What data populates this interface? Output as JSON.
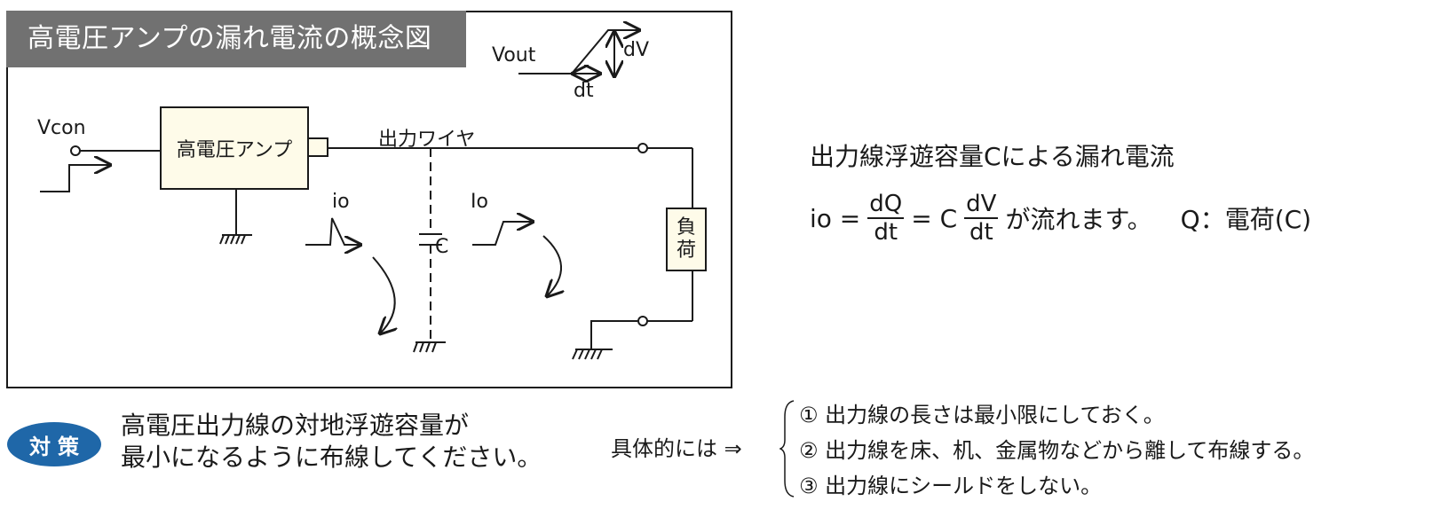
{
  "diagram": {
    "title": "高電圧アンプの漏れ電流の概念図",
    "vout_label": "Vout",
    "dv_label": "dV",
    "dt_label": "dt",
    "vcon_label": "Vcon",
    "amp_label": "高電圧アンプ",
    "output_wire_label": "出力ワイヤ",
    "io_label": "io",
    "Io_label": "Io",
    "capacitor_label": "C",
    "load_label_line1": "負",
    "load_label_line2": "荷"
  },
  "explanation": {
    "heading": "出力線浮遊容量Cによる漏れ電流",
    "formula_lhs": "io =",
    "frac1_num": "dQ",
    "frac1_den": "dt",
    "eq2": "= C",
    "frac2_num": "dV",
    "frac2_den": "dt",
    "formula_tail": "が流れます。",
    "q_note": "Q：電荷(C)"
  },
  "countermeasure": {
    "badge": "対策",
    "line1": "高電圧出力線の対地浮遊容量が",
    "line2": "最小になるように布線してください。",
    "specifically": "具体的には ⇒",
    "steps": [
      "① 出力線の長さは最小限にしておく。",
      "② 出力線を床、机、金属物などから離して布線する。",
      "③ 出力線にシールドをしない。"
    ]
  },
  "colors": {
    "title_bar": "#717171",
    "box_fill": "#fefbe9",
    "badge": "#1f67a8",
    "line": "#1a1a1a"
  }
}
